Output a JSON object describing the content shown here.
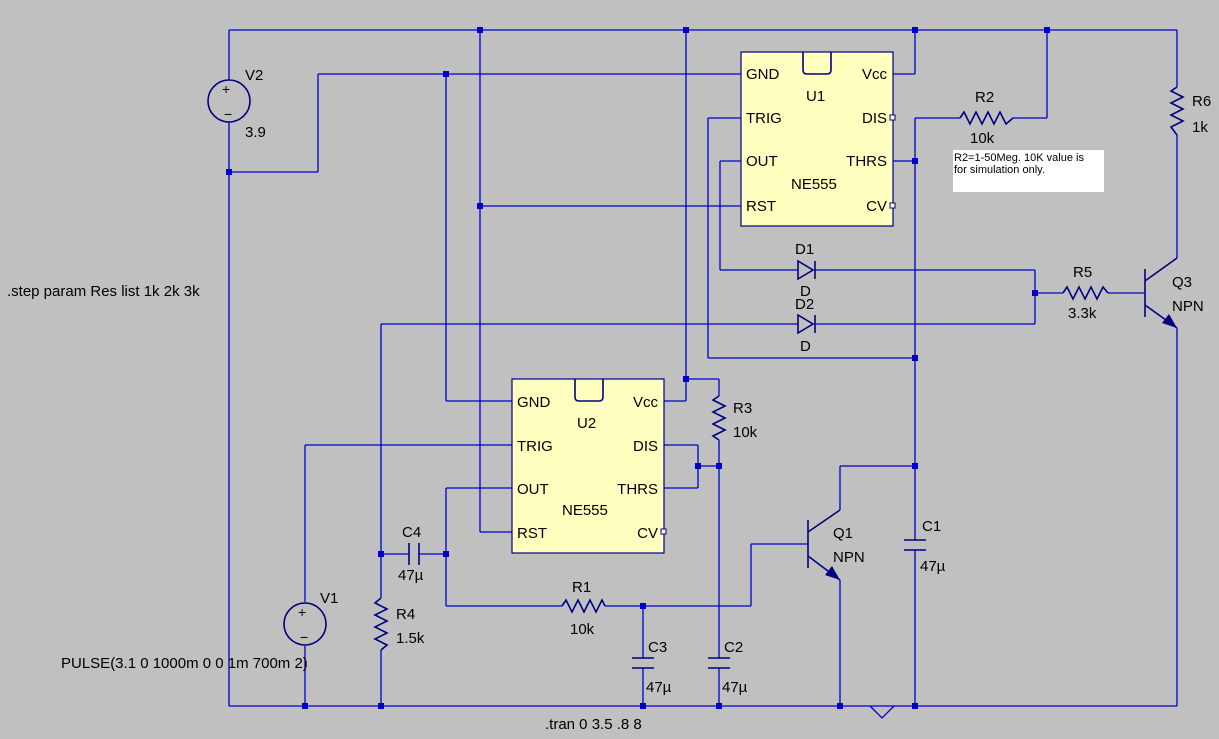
{
  "directives": {
    "step": ".step param Res list 1k 2k 3k",
    "tran": ".tran 0 3.5 .8 8"
  },
  "sources": {
    "v2": {
      "name": "V2",
      "value": "3.9"
    },
    "v1": {
      "name": "V1",
      "value": "PULSE(3.1 0 1000m 0 0 1m 700m 2)"
    }
  },
  "ics": {
    "u1": {
      "name": "U1",
      "part": "NE555",
      "pins": {
        "gnd": "GND",
        "vcc": "Vcc",
        "trig": "TRIG",
        "dis": "DIS",
        "out": "OUT",
        "thrs": "THRS",
        "rst": "RST",
        "cv": "CV"
      }
    },
    "u2": {
      "name": "U2",
      "part": "NE555",
      "pins": {
        "gnd": "GND",
        "vcc": "Vcc",
        "trig": "TRIG",
        "dis": "DIS",
        "out": "OUT",
        "thrs": "THRS",
        "rst": "RST",
        "cv": "CV"
      }
    }
  },
  "resistors": {
    "r1": {
      "name": "R1",
      "value": "10k"
    },
    "r2": {
      "name": "R2",
      "value": "10k"
    },
    "r3": {
      "name": "R3",
      "value": "10k"
    },
    "r4": {
      "name": "R4",
      "value": "1.5k"
    },
    "r5": {
      "name": "R5",
      "value": "3.3k"
    },
    "r6": {
      "name": "R6",
      "value": "1k"
    }
  },
  "capacitors": {
    "c1": {
      "name": "C1",
      "value": "47µ"
    },
    "c2": {
      "name": "C2",
      "value": "47µ"
    },
    "c3": {
      "name": "C3",
      "value": "47µ"
    },
    "c4": {
      "name": "C4",
      "value": "47µ"
    }
  },
  "diodes": {
    "d1": {
      "name": "D1",
      "value": "D"
    },
    "d2": {
      "name": "D2",
      "value": "D"
    }
  },
  "transistors": {
    "q1": {
      "name": "Q1",
      "value": "NPN"
    },
    "q3": {
      "name": "Q3",
      "value": "NPN"
    }
  },
  "note": {
    "line1": "R2=1-50Meg.  10K value is",
    "line2": "for simulation only."
  },
  "colors": {
    "background": "#c0c0c0",
    "wire": "#0000cc",
    "chip": "#ffffc0"
  }
}
